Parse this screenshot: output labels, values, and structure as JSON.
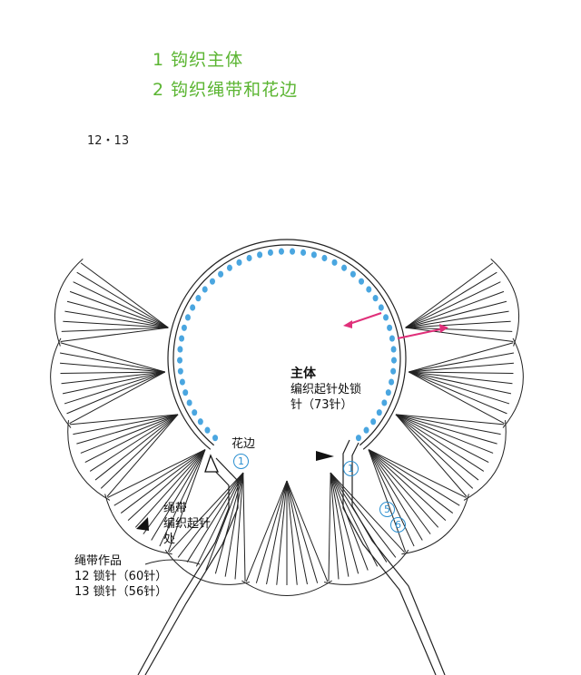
{
  "titles": [
    "1 钩织主体",
    "2 钩织绳带和花边"
  ],
  "page_numbers": "12・13",
  "labels": {
    "main_body_title": "主体",
    "main_body_l1": "编织起针处锁",
    "main_body_l2": "针（73针）",
    "edging": "花边",
    "cord_start_l1": "绳带",
    "cord_start_l2": "编织起针",
    "cord_start_l3": "处",
    "cord_work_l1": "绳带作品",
    "cord_work_l2": "12 锁针（60针）",
    "cord_work_l3": "13 锁针（56针）"
  },
  "row_markers": {
    "left_1": "1",
    "right_1": "1",
    "row5": "5",
    "row6": "6"
  },
  "colors": {
    "title_green": "#5bb532",
    "chain_blue": "#2a8fd0",
    "arrow_pink": "#e0307a",
    "ink": "#222222"
  },
  "icons": {
    "start_triangle": "filled-triangle",
    "end_triangle": "open-triangle"
  }
}
